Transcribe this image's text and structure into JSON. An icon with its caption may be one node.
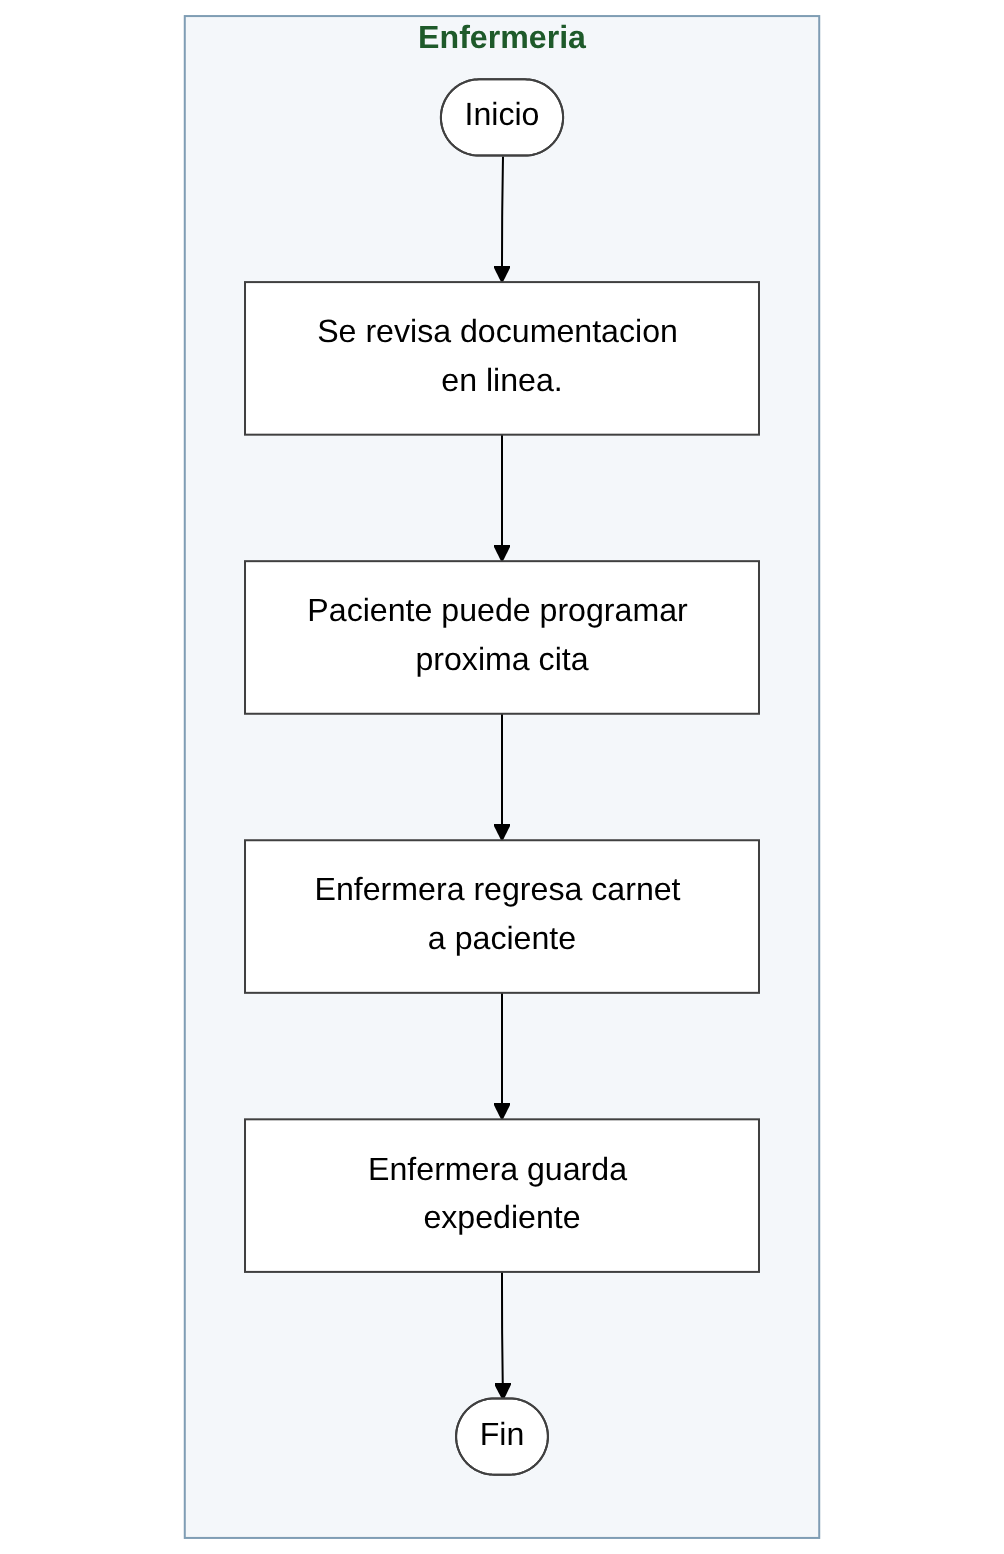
{
  "diagram": {
    "nodes": [
      {
        "text": [
          "Enfermeria"
        ]
      },
      {
        "text": [
          "Inicio"
        ],
        "in": 0
      },
      {
        "text": [
          "Se revisa documentacion en linea."
        ],
        "in": 0
      },
      {
        "text": [
          "Paciente puede programar proxima cita"
        ],
        "in": 0
      },
      {
        "text": [
          "Enfermera regresa carnet a paciente"
        ],
        "in": 0
      },
      {
        "text": [
          "Enfermera guarda expediente"
        ],
        "in": 0
      },
      {
        "text": [
          "Fin"
        ],
        "in": 0
      }
    ],
    "edges": [
      {
        "from": 1,
        "to": 2,
        "arrow": "to"
      },
      {
        "from": 2,
        "to": 3,
        "arrow": "to"
      },
      {
        "from": 3,
        "to": 4,
        "arrow": "to"
      },
      {
        "from": 4,
        "to": 5,
        "arrow": "to"
      },
      {
        "from": 5,
        "to": 6,
        "arrow": "to"
      }
    ]
  }
}
